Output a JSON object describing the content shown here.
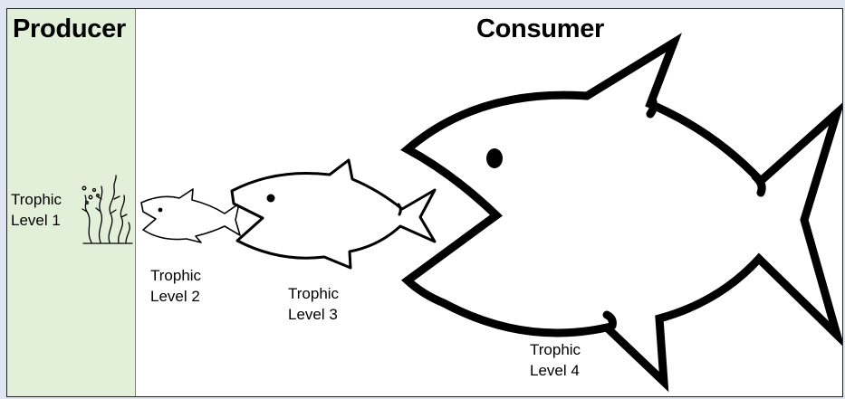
{
  "headings": {
    "producer": "Producer",
    "consumer": "Consumer"
  },
  "levels": [
    {
      "line1": "Trophic",
      "line2": "Level 1",
      "organism": "seaweed-icon"
    },
    {
      "line1": "Trophic",
      "line2": "Level 2",
      "organism": "small-fish-icon"
    },
    {
      "line1": "Trophic",
      "line2": "Level 3",
      "organism": "medium-fish-icon"
    },
    {
      "line1": "Trophic",
      "line2": "Level 4",
      "organism": "large-fish-icon"
    }
  ],
  "colors": {
    "producer_background": "#e2efd9",
    "page_background": "#dfe6f1",
    "outline": "#000000"
  }
}
